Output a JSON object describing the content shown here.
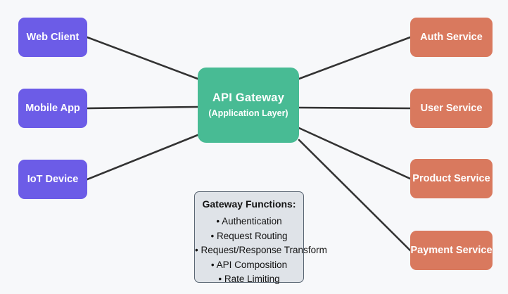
{
  "diagram": {
    "background_color": "#f7f8fa",
    "edge_color": "#333333",
    "clients": [
      {
        "id": "client-web",
        "label": "Web Client",
        "color": "#6c5ce7"
      },
      {
        "id": "client-mobile",
        "label": "Mobile App",
        "color": "#6c5ce7"
      },
      {
        "id": "client-iot",
        "label": "IoT Device",
        "color": "#6c5ce7"
      }
    ],
    "gateway": {
      "title": "API Gateway",
      "subtitle": "(Application Layer)",
      "color": "#48bb94"
    },
    "services": [
      {
        "id": "svc-auth",
        "label": "Auth Service",
        "color": "#d9795e"
      },
      {
        "id": "svc-user",
        "label": "User Service",
        "color": "#d9795e"
      },
      {
        "id": "svc-product",
        "label": "Product Service",
        "color": "#d9795e"
      },
      {
        "id": "svc-payment",
        "label": "Payment Service",
        "color": "#d9795e"
      }
    ],
    "functions_panel": {
      "title": "Gateway Functions:",
      "items": [
        "• Authentication",
        "• Request Routing",
        "• Request/Response Transform",
        "• API Composition",
        "• Rate Limiting"
      ]
    }
  }
}
